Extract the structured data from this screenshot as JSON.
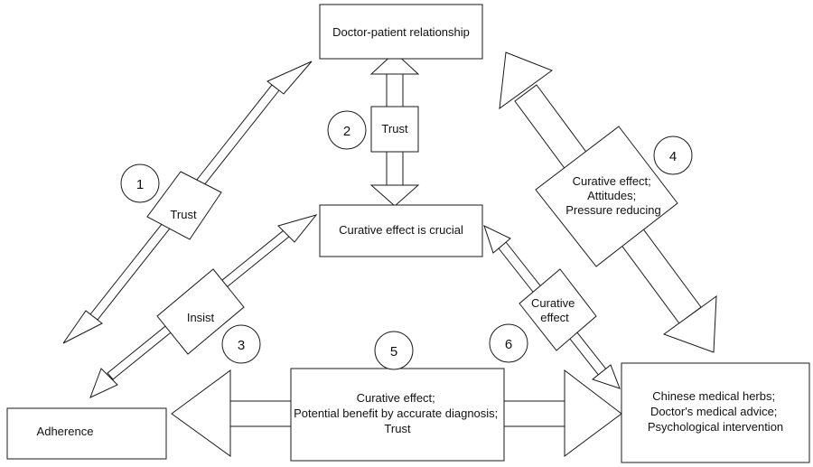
{
  "nodes": {
    "doctor_patient_relationship": "Doctor-patient relationship",
    "curative_effect_crucial": "Curative effect is crucial",
    "adherence": "Adherence",
    "interventions": [
      "Chinese medical herbs;",
      "Doctor's medical advice;",
      "Psychological intervention"
    ]
  },
  "links": {
    "adherence_relationship": {
      "number": "1",
      "label": [
        "Trust"
      ]
    },
    "relationship_curative": {
      "number": "2",
      "label": [
        "Trust"
      ]
    },
    "adherence_curative": {
      "number": "3",
      "label": [
        "Insist"
      ]
    },
    "relationship_interventions": {
      "number": "4",
      "label": [
        "Curative effect;",
        "Attitudes;",
        "Pressure reducing"
      ]
    },
    "adherence_interventions": {
      "number": "5",
      "label": [
        "Curative effect;",
        "Potential benefit by accurate diagnosis;",
        "Trust"
      ]
    },
    "curative_interventions": {
      "number": "6",
      "label": [
        "Curative",
        "effect"
      ]
    }
  }
}
